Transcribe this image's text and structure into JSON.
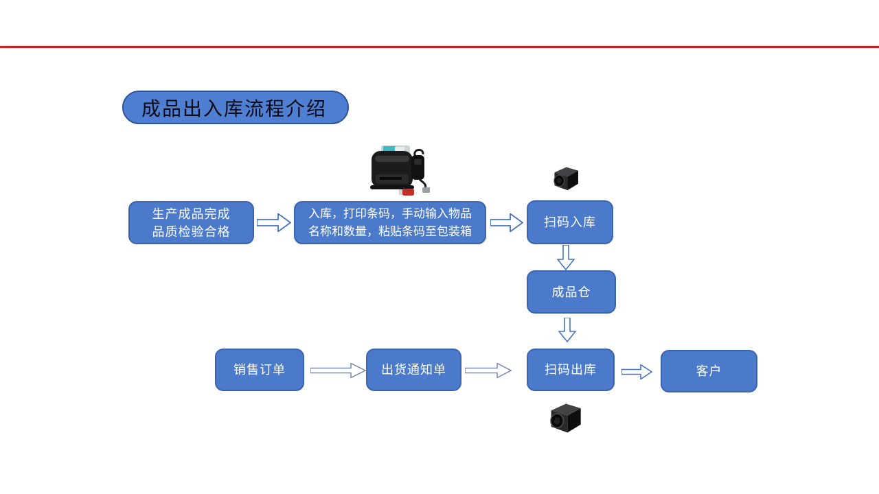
{
  "slide": {
    "title": "成品出入库流程介绍"
  },
  "nodes": {
    "quality": {
      "line1": "生产成品完成",
      "line2": "品质检验合格"
    },
    "inbound": {
      "line1": "入库，打印条码，手动输入物品",
      "line2": "名称和数量，粘贴条码至包装箱"
    },
    "scan_in": {
      "label": "扫码入库"
    },
    "warehouse": {
      "label": "成品仓"
    },
    "sales_order": {
      "label": "销售订单"
    },
    "shipping_notice": {
      "label": "出货通知单"
    },
    "scan_out": {
      "label": "扫码出库"
    },
    "customer": {
      "label": "客户"
    }
  },
  "icons": {
    "printer": "barcode-printer-photo",
    "scanner_in": "barcode-scanner-photo",
    "scanner_out": "barcode-scanner-photo"
  },
  "colors": {
    "accent_red": "#e2191f",
    "node_fill": "#4a7ac9",
    "node_border": "#3a62ae",
    "title_fill": "#4f7fd2",
    "title_text": "#0c0c16",
    "arrow_blue": "#4472c4",
    "arrow_gray": "#7388b2",
    "node_text": "#ffffff"
  }
}
